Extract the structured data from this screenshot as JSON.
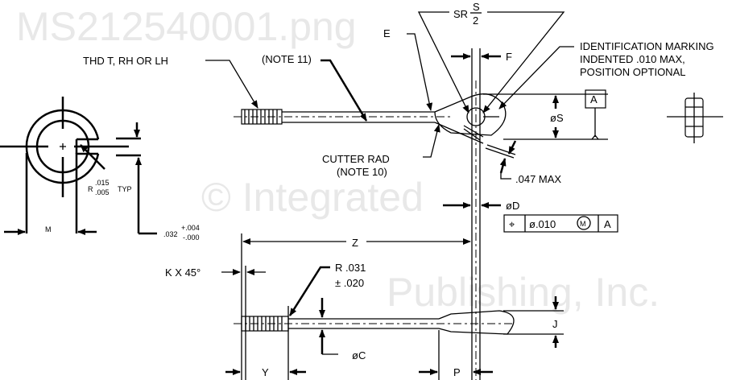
{
  "watermark": {
    "line1": "© Integrated",
    "line2": "Publishing, Inc.",
    "line3": "MS212540001.png"
  },
  "end_view": {
    "dim_m": "M",
    "radius_label": "R",
    "radius_upper": ".015",
    "radius_lower": ".005",
    "radius_typ": "TYP",
    "slot_width": ".032",
    "slot_tol_plus": "+.004",
    "slot_tol_minus": "-.000"
  },
  "top_view": {
    "thread_note": "THD T, RH OR LH",
    "note11": "(NOTE 11)",
    "dim_e": "E",
    "sr_label": "SR",
    "sr_num": "S",
    "sr_den": "2",
    "dim_f": "F",
    "id_marking": [
      "IDENTIFICATION  MARKING",
      "INDENTED  .010  MAX,",
      "POSITION  OPTIONAL"
    ],
    "datum": "A",
    "dim_s": "øS",
    "cutter_rad": "CUTTER RAD",
    "note10": "(NOTE 10)",
    "max_047": ".047  MAX",
    "dim_d": "øD",
    "fcf": {
      "symbol": "⌖",
      "tolerance": "ø.010",
      "modifier": "M",
      "datum": "A"
    },
    "dim_z": "Z"
  },
  "side_view": {
    "chamfer": "K  X  45°",
    "radius_label": "R  .031",
    "radius_tol": "±  .020",
    "dim_c": "øC",
    "dim_j": "J",
    "dim_y": "Y",
    "dim_p": "P"
  }
}
